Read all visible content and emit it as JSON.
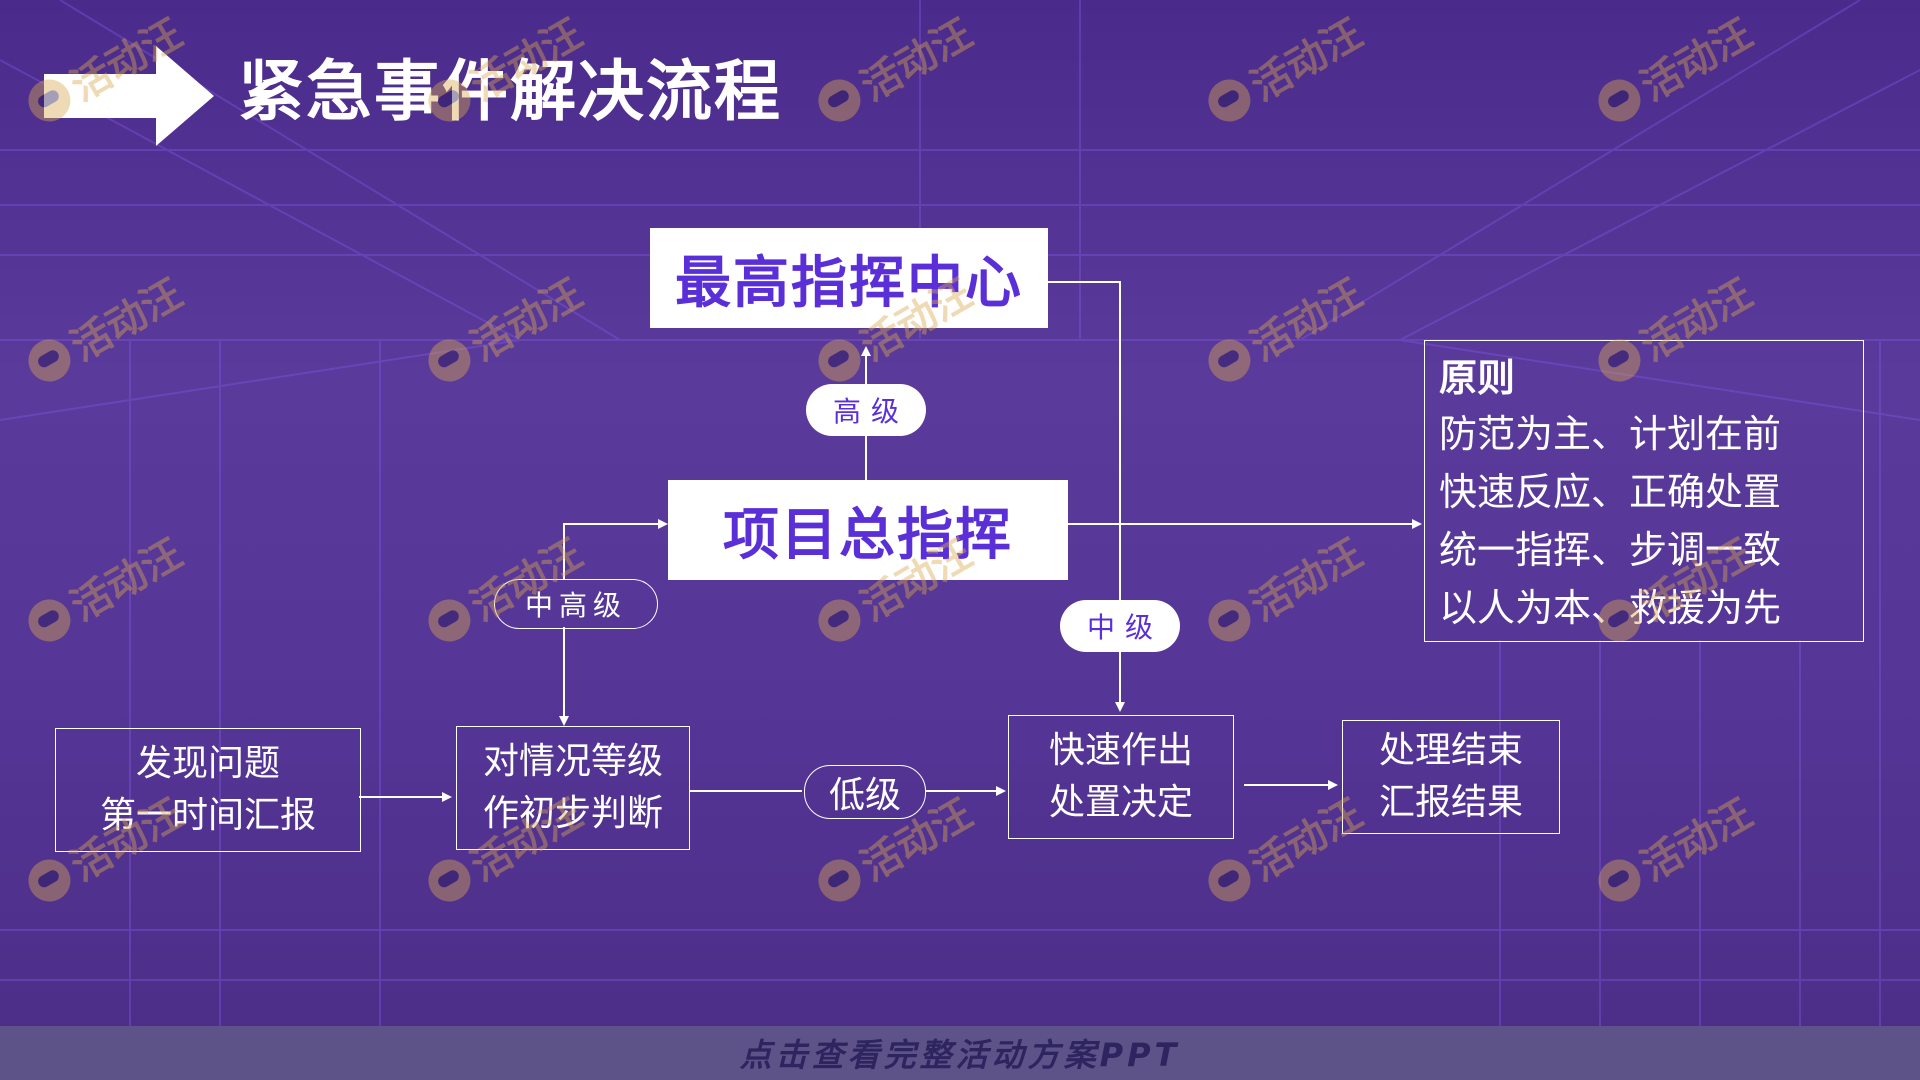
{
  "title": "紧急事件解决流程",
  "nodes": {
    "top_command": "最高指挥中心",
    "project_command": "项目总指挥",
    "discover": [
      "发现问题",
      "第一时间汇报"
    ],
    "judge": [
      "对情况等级",
      "作初步判断"
    ],
    "decide": [
      "快速作出",
      "处置决定"
    ],
    "finish": [
      "处理结束",
      "汇报结果"
    ]
  },
  "levels": {
    "high": "高级",
    "mid": "中级",
    "mid_high": "中高级",
    "low": "低级"
  },
  "principles": {
    "title": "原则",
    "lines": [
      "防范为主、计划在前",
      "快速反应、正确处置",
      "统一指挥、步调一致",
      "以人为本、救援为先"
    ]
  },
  "watermark": "活动汪",
  "footer": "点击查看完整活动方案PPT",
  "colors": {
    "background": "#4f2f8e",
    "accent": "#5a2fd8",
    "watermark": "#d9a94f"
  }
}
